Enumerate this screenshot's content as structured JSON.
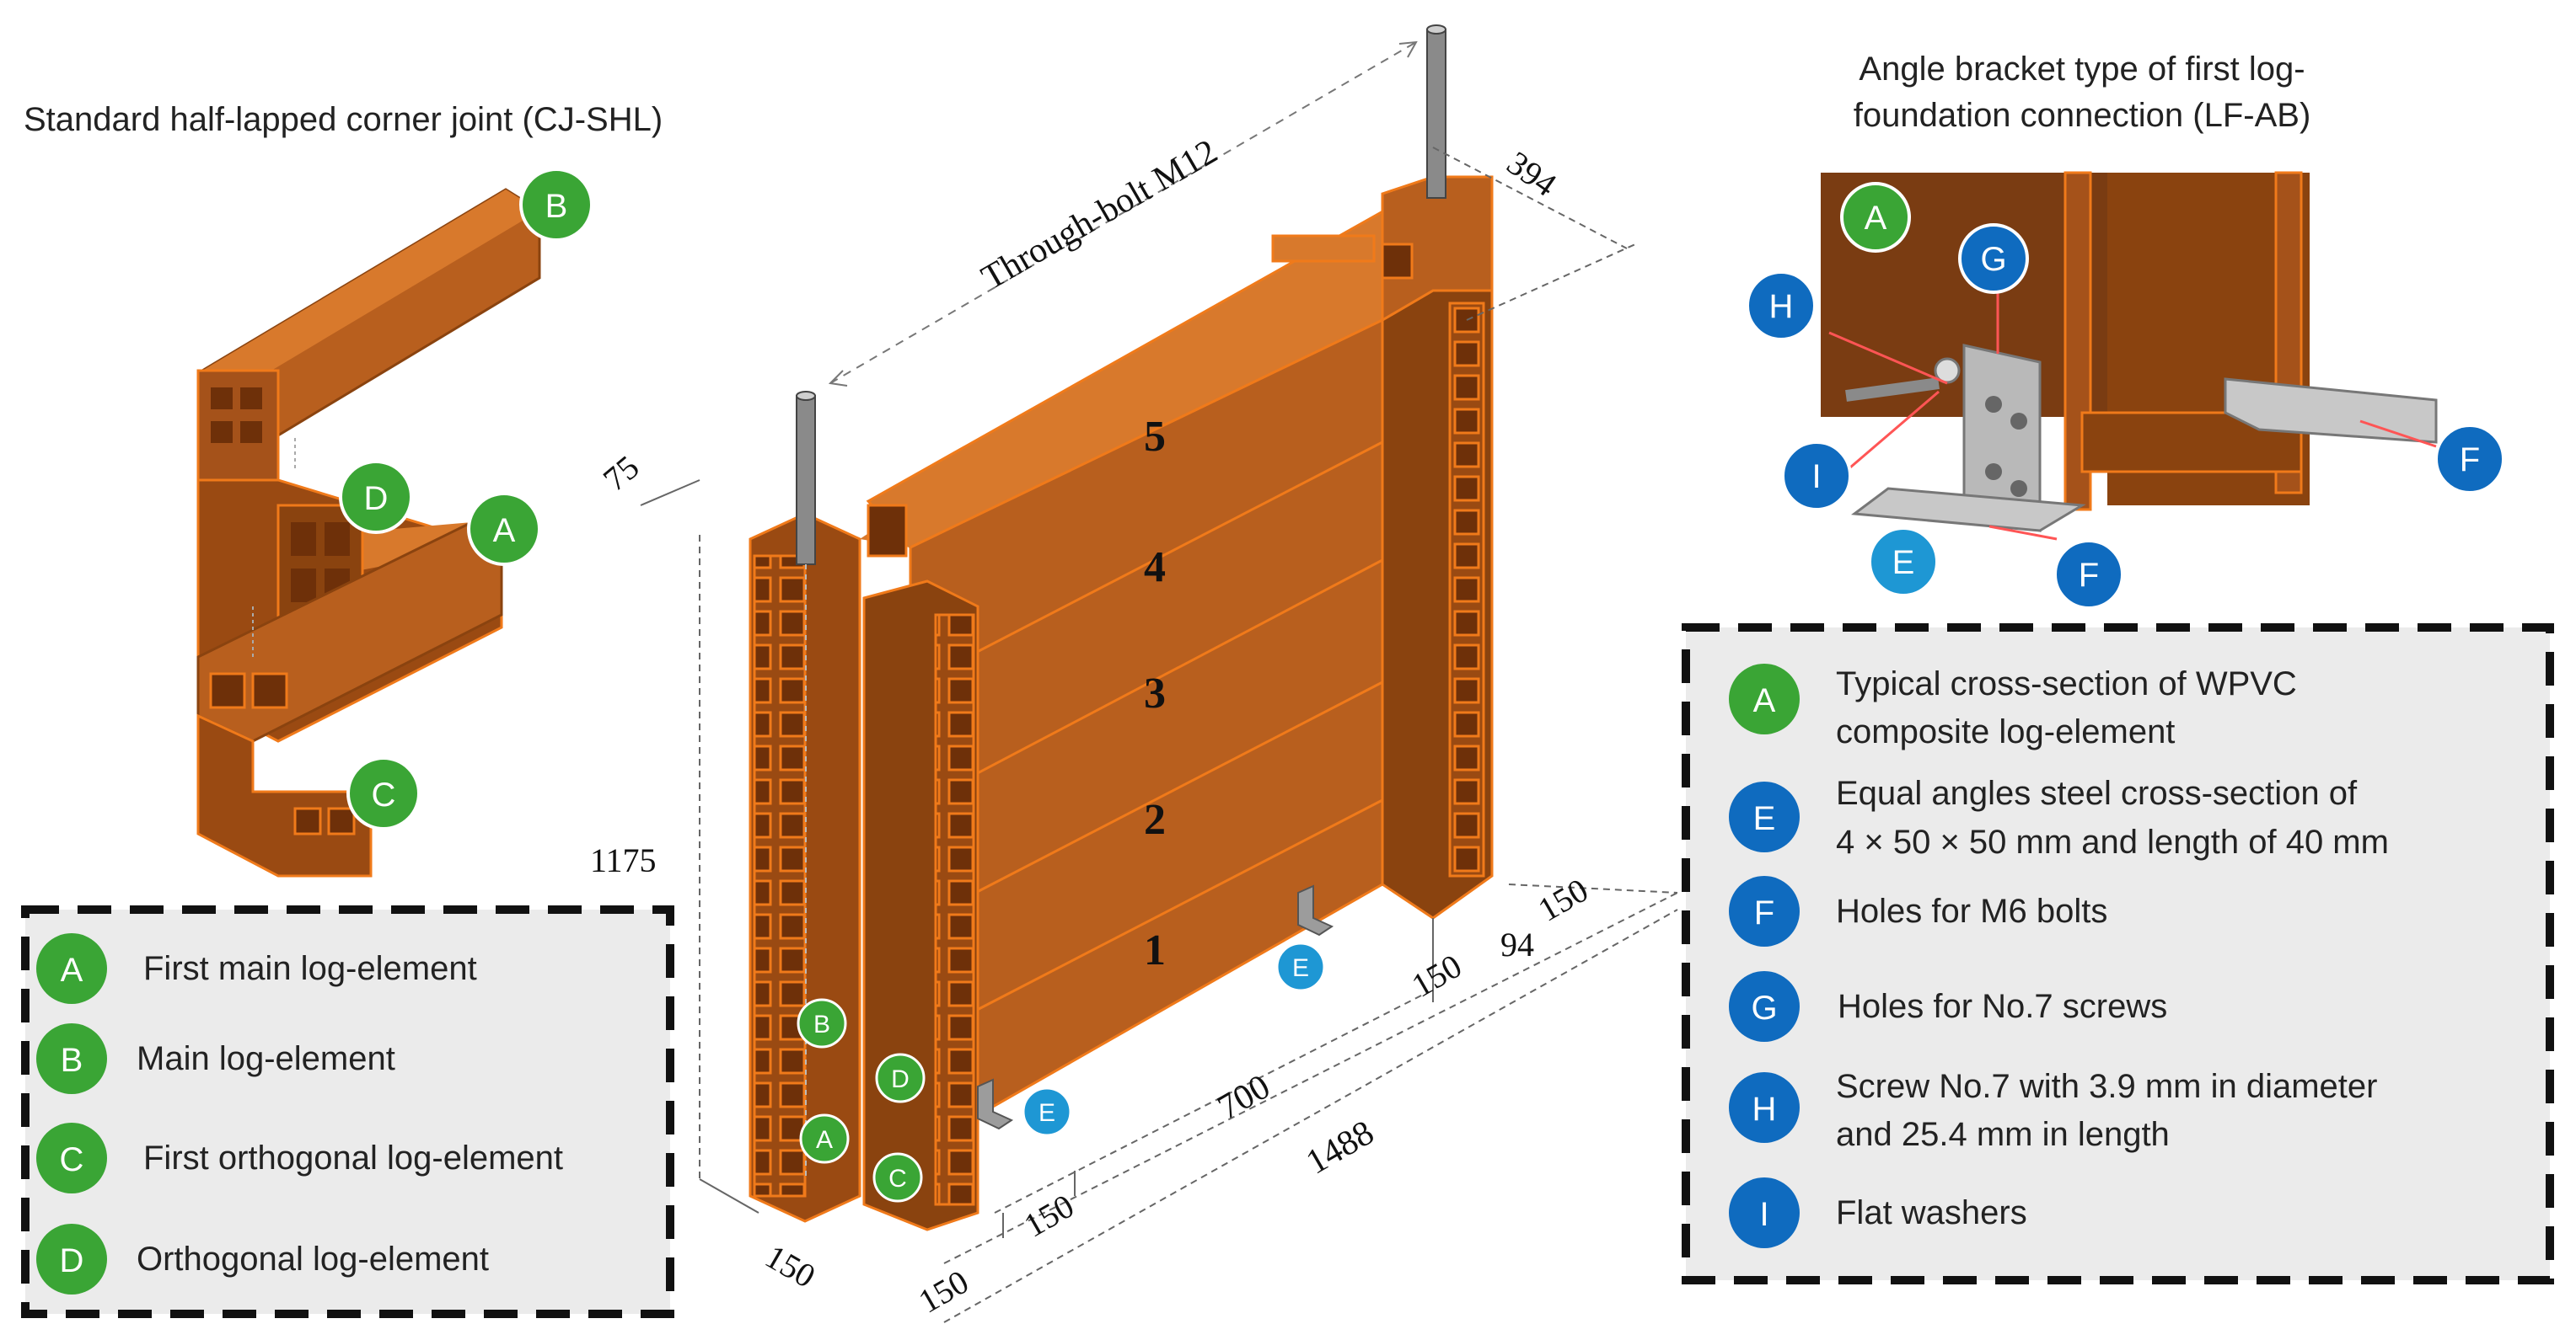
{
  "left_panel": {
    "title": "Standard  half-lapped  corner joint  (CJ-SHL)",
    "legend": [
      {
        "badge": "A",
        "text": "First main log-element"
      },
      {
        "badge": "B",
        "text": "Main log-element"
      },
      {
        "badge": "C",
        "text": "First orthogonal  log-element"
      },
      {
        "badge": "D",
        "text": "Orthogonal  log-element"
      }
    ]
  },
  "center_panel": {
    "bolt_label": "Through-bolt M12",
    "log_numbers": [
      "5",
      "4",
      "3",
      "2",
      "1"
    ],
    "dimensions": {
      "d394": "394",
      "d75": "75",
      "d1175": "1175",
      "d150_a": "150",
      "d94": "94",
      "d150_b": "150",
      "d700": "700",
      "d1488": "1488",
      "d150_c": "150",
      "d150_d": "150",
      "d150_e": "150"
    },
    "badges": [
      "B",
      "D",
      "A",
      "C",
      "E",
      "E"
    ]
  },
  "right_panel": {
    "title_line1": "Angle bracket type of first log-",
    "title_line2": "foundation connection (LF-AB)",
    "photo_badges": [
      "A",
      "G",
      "H",
      "I",
      "E",
      "F",
      "F"
    ],
    "legend": [
      {
        "badge": "A",
        "line1": "Typical cross-section of WPVC",
        "line2": "composite log-element"
      },
      {
        "badge": "E",
        "line1": "Equal angles steel cross-section of",
        "line2": "4 × 50 × 50 mm  and length  of 40 mm"
      },
      {
        "badge": "F",
        "line1": "Holes for M6 bolts",
        "line2": ""
      },
      {
        "badge": "G",
        "line1": "Holes for No.7 screws",
        "line2": ""
      },
      {
        "badge": "H",
        "line1": "Screw No.7 with  3.9 mm in diameter",
        "line2": "and 25.4 mm  in length"
      },
      {
        "badge": "I",
        "line1": "Flat washers",
        "line2": ""
      }
    ]
  },
  "colors": {
    "badge_green": "#3aa535",
    "badge_blue": "#0f6bbf",
    "badge_lightblue": "#1e97d4",
    "wood_face": "#b85f1e",
    "wood_dark": "#8a430f",
    "wood_light": "#d8792c",
    "edge_orange": "#f07a1a"
  }
}
